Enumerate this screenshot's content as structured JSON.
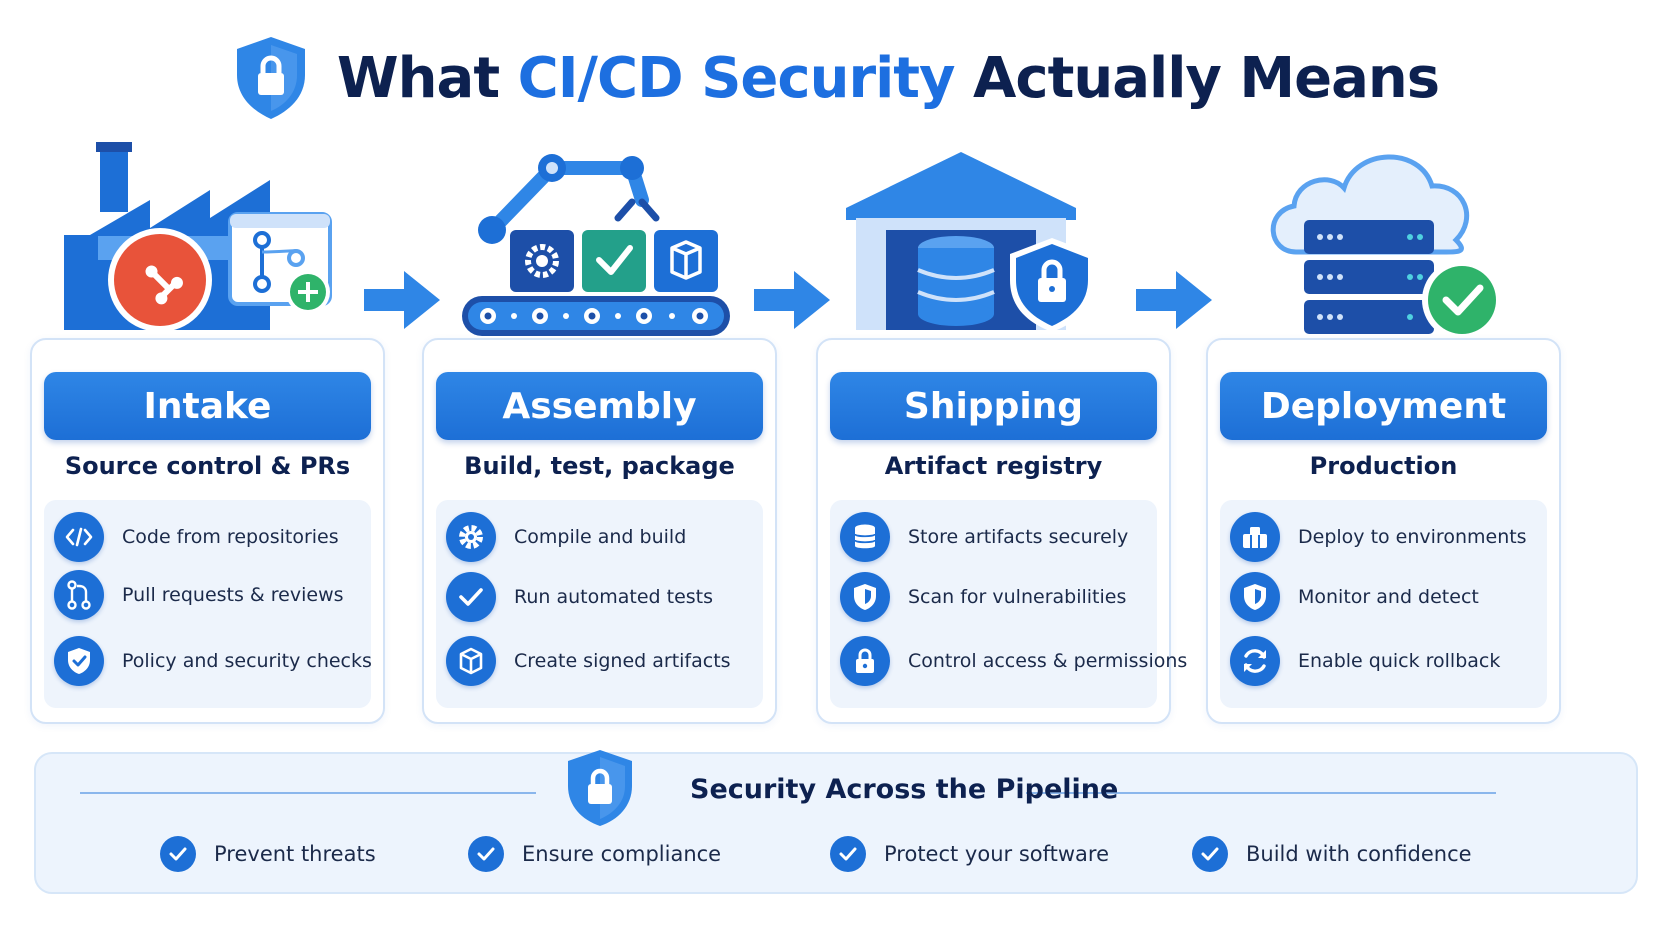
{
  "title": {
    "prefix": "What",
    "accent": "CI/CD Security",
    "suffix": "Actually Means"
  },
  "colors": {
    "primary": "#1d6fd6",
    "navy": "#0d2150",
    "light_panel": "#eef4fc",
    "git_orange": "#e8533a",
    "success_green": "#2fb36a",
    "teal": "#23a08a"
  },
  "stages": [
    {
      "name": "Intake",
      "subtitle": "Source control & PRs",
      "items": [
        {
          "icon": "code-icon",
          "label": "Code from repositories"
        },
        {
          "icon": "pull-request-icon",
          "label": "Pull requests & reviews"
        },
        {
          "icon": "shield-check-icon",
          "label": "Policy and security checks"
        }
      ]
    },
    {
      "name": "Assembly",
      "subtitle": "Build, test, package",
      "items": [
        {
          "icon": "gear-icon",
          "label": "Compile and build"
        },
        {
          "icon": "check-icon",
          "label": "Run automated tests"
        },
        {
          "icon": "package-icon",
          "label": "Create signed artifacts"
        }
      ]
    },
    {
      "name": "Shipping",
      "subtitle": "Artifact registry",
      "items": [
        {
          "icon": "database-icon",
          "label": "Store artifacts securely"
        },
        {
          "icon": "shield-icon",
          "label": "Scan for vulnerabilities"
        },
        {
          "icon": "lock-icon",
          "label": "Control access & permissions"
        }
      ]
    },
    {
      "name": "Deployment",
      "subtitle": "Production",
      "items": [
        {
          "icon": "deploy-icon",
          "label": "Deploy to environments"
        },
        {
          "icon": "shield-icon",
          "label": "Monitor and detect"
        },
        {
          "icon": "refresh-icon",
          "label": "Enable quick rollback"
        }
      ]
    }
  ],
  "footer": {
    "title": "Security Across the Pipeline",
    "items": [
      "Prevent threats",
      "Ensure compliance",
      "Protect your software",
      "Build with confidence"
    ]
  }
}
